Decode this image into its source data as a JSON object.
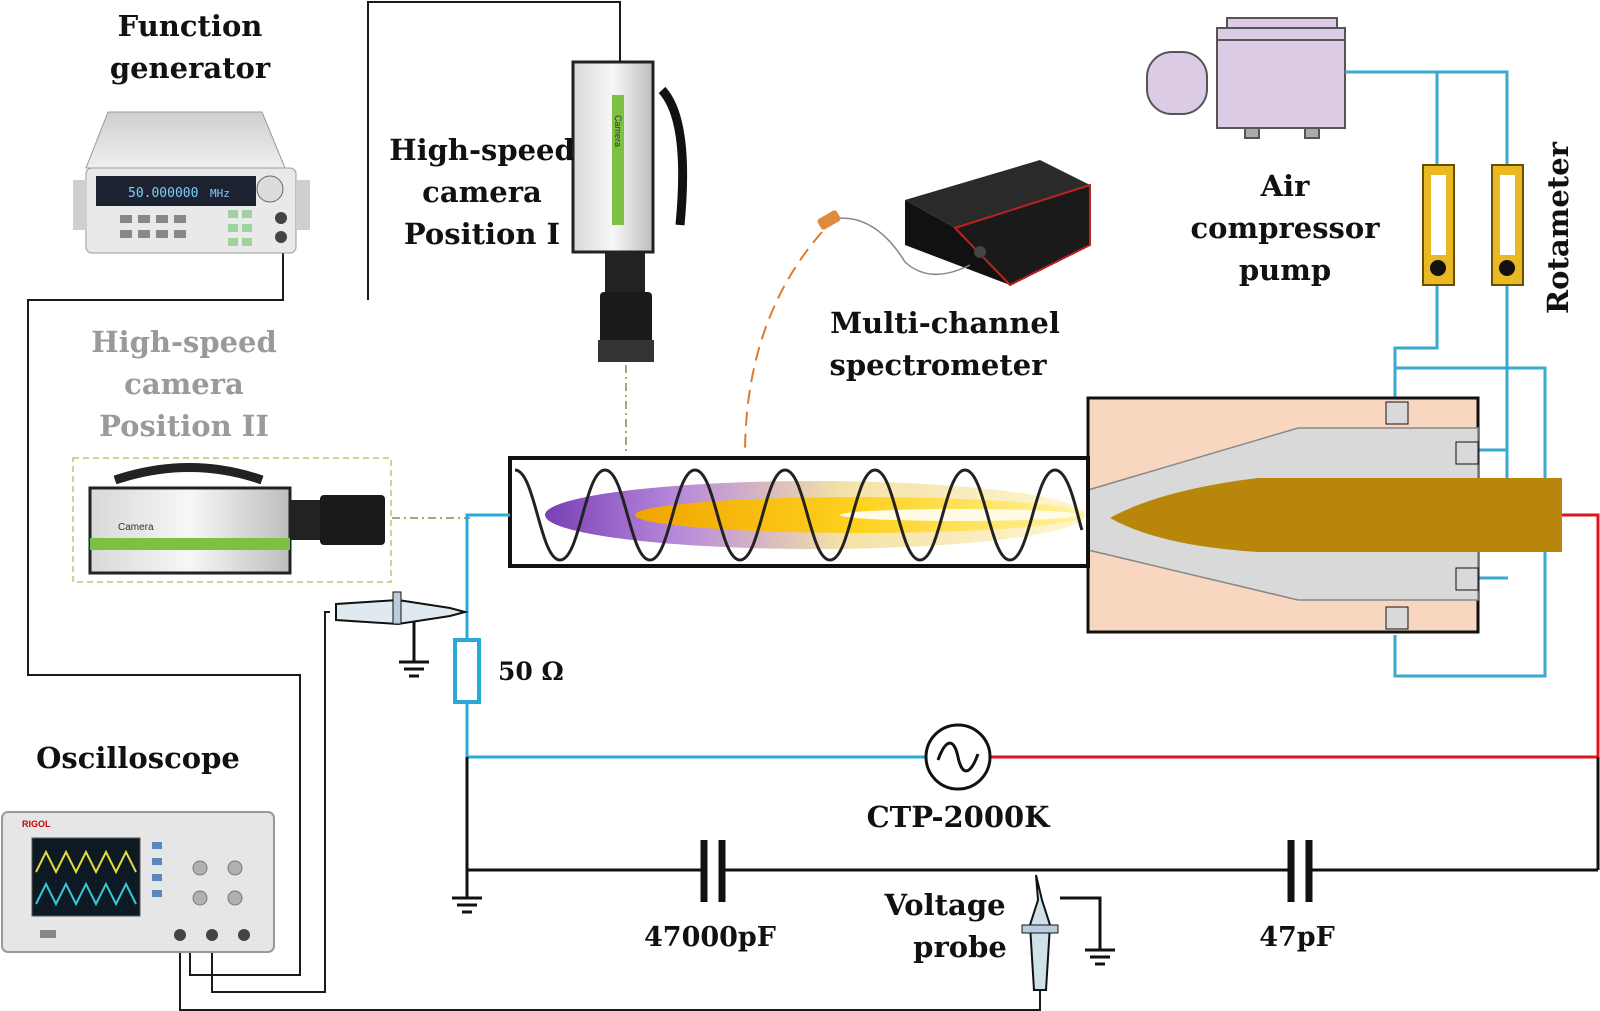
{
  "labels": {
    "function_generator_line1": "Function",
    "function_generator_line2": "generator",
    "hs_cam_pos1_line1": "High-speed",
    "hs_cam_pos1_line2": "camera",
    "hs_cam_pos1_line3": "Position I",
    "hs_cam_pos2_line1": "High-speed",
    "hs_cam_pos2_line2": "camera",
    "hs_cam_pos2_line3": "Position II",
    "spectrometer_line1": "Multi-channel",
    "spectrometer_line2": "spectrometer",
    "air_pump_line1": "Air",
    "air_pump_line2": "compressor",
    "air_pump_line3": "pump",
    "rotameter": "Rotameter",
    "resistor": "50 Ω",
    "oscilloscope": "Oscilloscope",
    "power_supply": "CTP-2000K",
    "cap1": "47000pF",
    "cap2": "47pF",
    "voltage_probe_line1": "Voltage",
    "voltage_probe_line2": "probe"
  },
  "devices": {
    "function_generator_display": "50.000000",
    "function_generator_unit": "MHz",
    "camera_brand": "Camera",
    "oscilloscope_brand": "RIGOL"
  },
  "colors": {
    "ground_wire": "#1a1a1a",
    "low_voltage_wire": "#2aa8d8",
    "high_voltage_wire": "#e0141e",
    "air_line": "#3aa9cf",
    "plasma_jet": "#f5c518",
    "plasma_violet": "#8a4fc0",
    "electrode": "#b8860b",
    "nozzle_housing": "#f9d6bf",
    "nozzle_cone": "#d9d9d9",
    "pump_body": "#dccbe4",
    "rotameter_body": "#e8b923"
  }
}
